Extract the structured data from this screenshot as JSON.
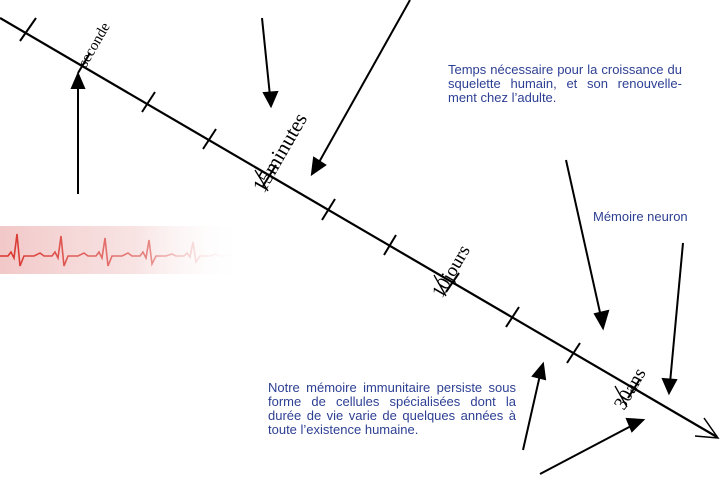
{
  "timeline": {
    "labels": [
      {
        "number": "",
        "unit": "seconde"
      },
      {
        "number": "15",
        "unit": "minutes"
      },
      {
        "number": "10",
        "unit": "jours"
      },
      {
        "number": "30",
        "unit": "ans"
      }
    ]
  },
  "annotations": {
    "skeleton": "Temps nécessaire pour la croissance du squelette humain, et son renouvelle-ment chez l’adulte.",
    "neuron": "Mémoire neuron",
    "immune": "Notre mémoire immunitaire persiste sous forme de cellules spécialisées dont la durée de vie varie de quelques années à toute l’existence humaine."
  },
  "colors": {
    "annotation_text": "#2d3f93",
    "axis": "#000000",
    "ecg_trace": "#d9322c",
    "ecg_background": "#f2c8c8"
  },
  "images": {
    "heartbeat_strip": "ecg-heartbeat-image"
  }
}
